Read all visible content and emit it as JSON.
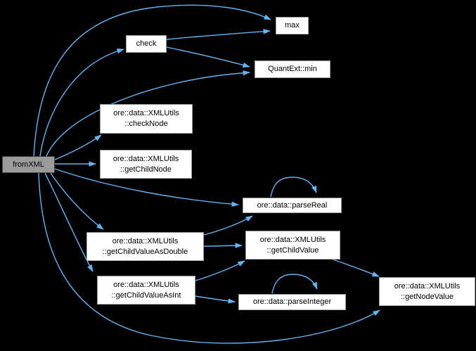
{
  "diagram": {
    "type": "call-graph",
    "colors": {
      "background": "#000000",
      "edge": "#63b4f2",
      "node_fill": "#ffffff",
      "node_border": "#9d9d9d",
      "node_text": "#000000",
      "highlight_fill": "#9b9b9b",
      "highlight_border": "#454545"
    },
    "nodes": [
      {
        "id": "fromXML",
        "lines": [
          "fromXML"
        ],
        "highlighted": true
      },
      {
        "id": "check",
        "lines": [
          "check"
        ]
      },
      {
        "id": "max",
        "lines": [
          "max"
        ]
      },
      {
        "id": "QuantExt::min",
        "lines": [
          "QuantExt::min"
        ]
      },
      {
        "id": "ore::data::XMLUtils::checkNode",
        "lines": [
          "ore::data::XMLUtils",
          "::checkNode"
        ]
      },
      {
        "id": "ore::data::XMLUtils::getChildNode",
        "lines": [
          "ore::data::XMLUtils",
          "::getChildNode"
        ]
      },
      {
        "id": "ore::data::parseReal",
        "lines": [
          "ore::data::parseReal"
        ]
      },
      {
        "id": "ore::data::XMLUtils::getChildValueAsDouble",
        "lines": [
          "ore::data::XMLUtils",
          "::getChildValueAsDouble"
        ]
      },
      {
        "id": "ore::data::XMLUtils::getChildValue",
        "lines": [
          "ore::data::XMLUtils",
          "::getChildValue"
        ]
      },
      {
        "id": "ore::data::XMLUtils::getChildValueAsInt",
        "lines": [
          "ore::data::XMLUtils",
          "::getChildValueAsInt"
        ]
      },
      {
        "id": "ore::data::parseInteger",
        "lines": [
          "ore::data::parseInteger"
        ]
      },
      {
        "id": "ore::data::XMLUtils::getNodeValue",
        "lines": [
          "ore::data::XMLUtils",
          "::getNodeValue"
        ]
      }
    ],
    "edges": [
      {
        "from": "fromXML",
        "to": "max"
      },
      {
        "from": "fromXML",
        "to": "check"
      },
      {
        "from": "fromXML",
        "to": "QuantExt::min"
      },
      {
        "from": "fromXML",
        "to": "ore::data::XMLUtils::checkNode"
      },
      {
        "from": "fromXML",
        "to": "ore::data::XMLUtils::getChildNode"
      },
      {
        "from": "fromXML",
        "to": "ore::data::parseReal"
      },
      {
        "from": "fromXML",
        "to": "ore::data::XMLUtils::getChildValueAsDouble"
      },
      {
        "from": "fromXML",
        "to": "ore::data::XMLUtils::getChildValueAsInt"
      },
      {
        "from": "fromXML",
        "to": "ore::data::XMLUtils::getNodeValue"
      },
      {
        "from": "check",
        "to": "max"
      },
      {
        "from": "check",
        "to": "QuantExt::min"
      },
      {
        "from": "ore::data::XMLUtils::getChildValueAsDouble",
        "to": "ore::data::parseReal"
      },
      {
        "from": "ore::data::XMLUtils::getChildValueAsDouble",
        "to": "ore::data::XMLUtils::getChildValue"
      },
      {
        "from": "ore::data::XMLUtils::getChildValueAsInt",
        "to": "ore::data::XMLUtils::getChildValue"
      },
      {
        "from": "ore::data::XMLUtils::getChildValueAsInt",
        "to": "ore::data::parseInteger"
      },
      {
        "from": "ore::data::XMLUtils::getChildValue",
        "to": "ore::data::XMLUtils::getNodeValue"
      },
      {
        "from": "ore::data::parseReal",
        "to": "ore::data::parseReal"
      },
      {
        "from": "ore::data::parseInteger",
        "to": "ore::data::parseInteger"
      }
    ]
  }
}
